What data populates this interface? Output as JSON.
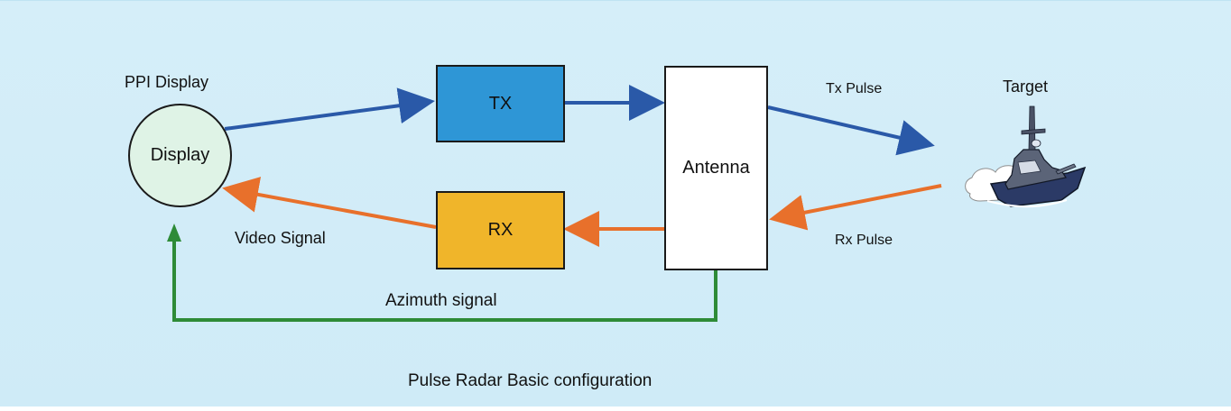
{
  "diagram": {
    "title": "Pulse Radar Basic configuration",
    "colors": {
      "background": "#d5eef9",
      "tx_path": "#2a59a8",
      "rx_path": "#e8702b",
      "azimuth_path": "#2e8b37",
      "tx_box": "#2e96d6",
      "rx_box": "#f0b52a",
      "antenna_box": "#ffffff",
      "display_circle": "#dff3e6"
    },
    "nodes": {
      "display_caption": "PPI Display",
      "display_label": "Display",
      "tx_label": "TX",
      "rx_label": "RX",
      "antenna_label": "Antenna",
      "target_caption": "Target",
      "target_icon": "warship-icon"
    },
    "signals": {
      "tx_pulse": "Tx Pulse",
      "rx_pulse": "Rx Pulse",
      "video_signal": "Video Signal",
      "azimuth_signal": "Azimuth signal"
    }
  }
}
